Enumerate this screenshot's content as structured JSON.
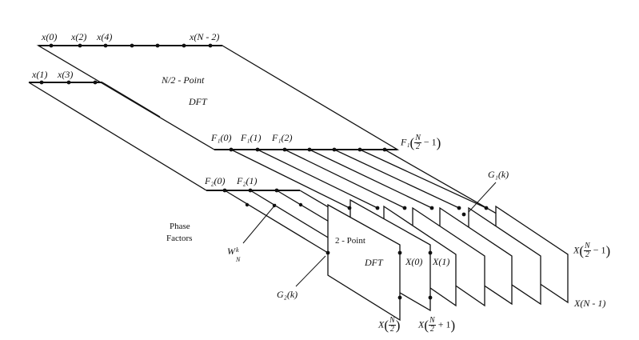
{
  "top_block": {
    "even_inputs": [
      "x(0)",
      "x(2)",
      "x(4)",
      "x(N - 2)"
    ],
    "odd_inputs": [
      "x(1)",
      "x(3)"
    ],
    "title_line1": "N/2 - Point",
    "title_line2": "DFT"
  },
  "f1_outputs": [
    "F₁(0)",
    "F₁(1)",
    "F₁(2)"
  ],
  "f1_last": {
    "prefix": "F₁",
    "num": "N",
    "den": "2",
    "suffix": "− 1"
  },
  "f2_outputs": [
    "F₂(0)",
    "F₂(1)"
  ],
  "g1_label": "G₁(k)",
  "g2_label": "G₂(k)",
  "phase_factors": {
    "line1": "Phase",
    "line2": "Factors"
  },
  "twiddle": {
    "base": "W",
    "sub": "N",
    "sup": "k"
  },
  "butterfly_block": {
    "title_line1": "2 - Point",
    "title_line2": "DFT"
  },
  "outputs": {
    "x0": "X(0)",
    "x1": "X(1)",
    "xN1": "X(N - 1)",
    "xN2_prefix": "X",
    "xN2_num": "N",
    "xN2_den": "2",
    "xN21_prefix": "X",
    "xN21_num": "N",
    "xN21_den": "2",
    "xN21_suffix": "+ 1",
    "xlast_prefix": "X",
    "xlast_num": "N",
    "xlast_den": "2",
    "xlast_suffix": "− 1"
  }
}
